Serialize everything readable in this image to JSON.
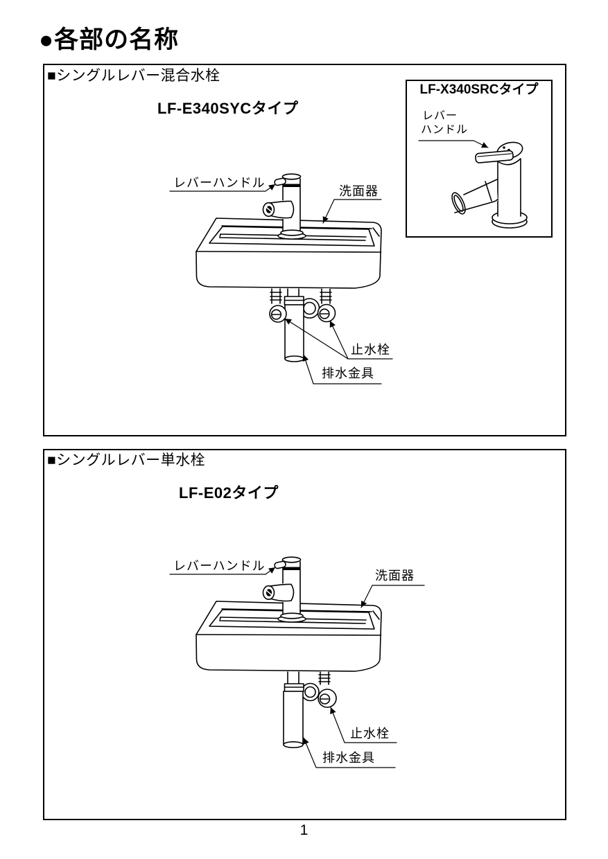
{
  "page": {
    "title": "●各部の名称",
    "page_number": "1"
  },
  "colors": {
    "ink": "#000000",
    "paper": "#ffffff"
  },
  "section_mixing": {
    "header": "■シングルレバー混合水栓",
    "model_label": "LF-E340SYCタイプ",
    "inset": {
      "model_label": "LF-X340SRCタイプ",
      "lever_handle_line1": "レバー",
      "lever_handle_line2": "ハンドル"
    },
    "labels": {
      "lever_handle": "レバーハンドル",
      "basin": "洗面器",
      "stop_valve": "止水栓",
      "drain_fitting": "排水金具"
    }
  },
  "section_single": {
    "header": "■シングルレバー単水栓",
    "model_label": "LF-E02タイプ",
    "labels": {
      "lever_handle": "レバーハンドル",
      "basin": "洗面器",
      "stop_valve": "止水栓",
      "drain_fitting": "排水金具"
    }
  }
}
